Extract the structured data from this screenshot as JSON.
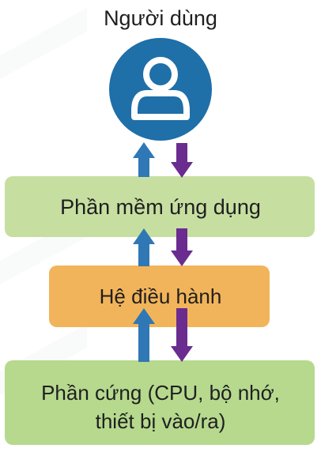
{
  "diagram": {
    "user_label": "Người dùng",
    "app_layer": "Phần mềm ứng dụng",
    "os_layer": "Hệ điều hành",
    "hardware_layer": "Phần cứng (CPU, bộ nhớ,\nthiết bị vào/ra)"
  },
  "colors": {
    "user_circle": "#1f6fa8",
    "app_box": "#c6dfa1",
    "os_box": "#f2b45a",
    "hardware_box": "#b6d98e",
    "up_arrow": "#2f78b5",
    "down_arrow": "#6a2c8f"
  },
  "icons": {
    "user": "user-icon",
    "up_arrows": "arrow-up-icon",
    "down_arrows": "arrow-down-icon"
  }
}
